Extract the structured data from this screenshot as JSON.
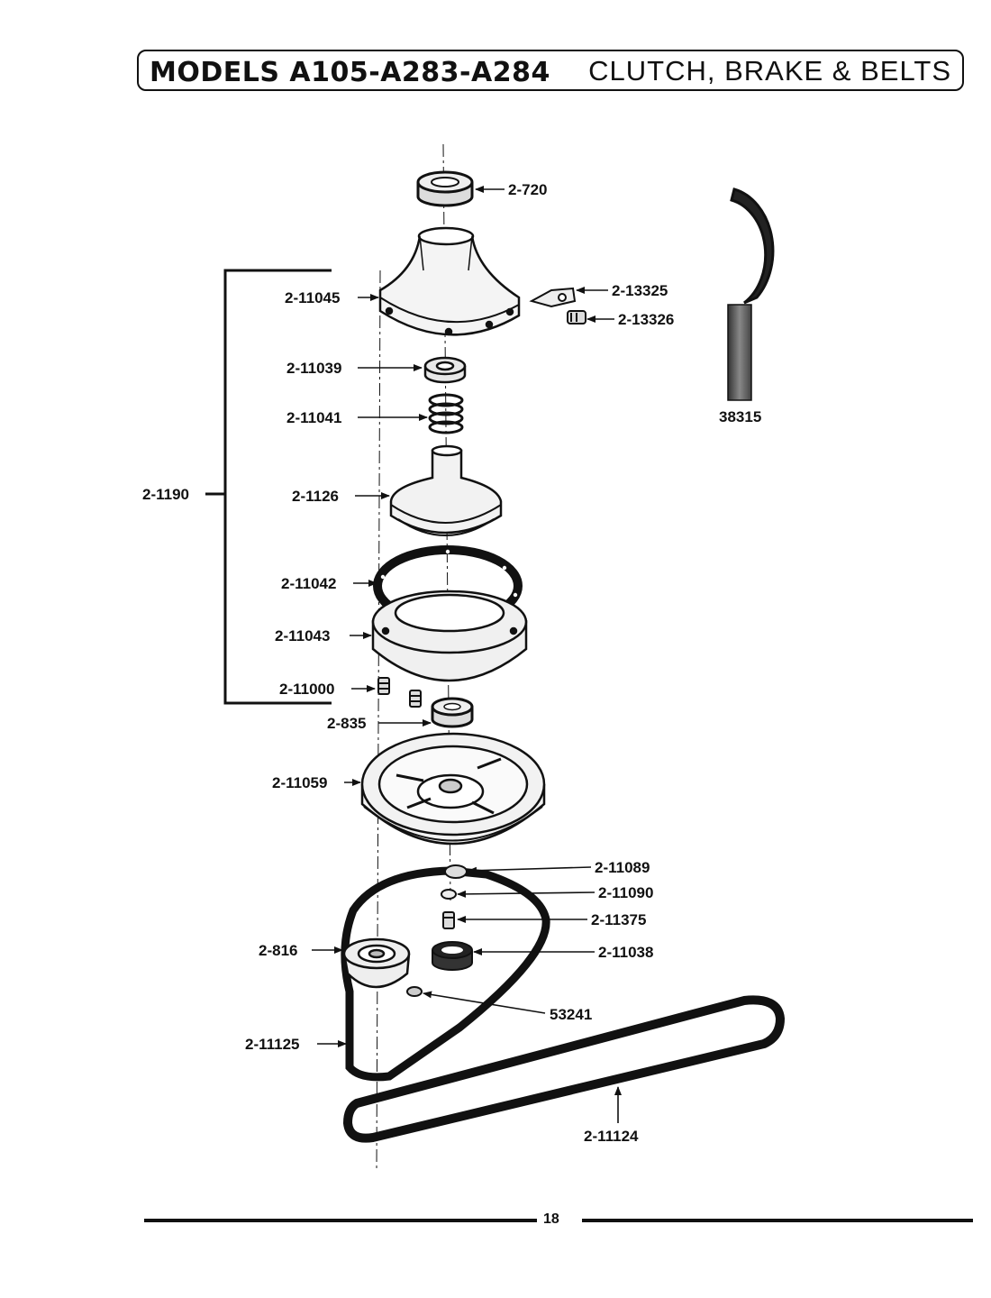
{
  "header": {
    "models": "MODELS A105-A283-A284",
    "section": "CLUTCH, BRAKE & BELTS"
  },
  "parts": {
    "p2_720": "2-720",
    "p2_11045": "2-11045",
    "p2_13325": "2-13325",
    "p2_13326": "2-13326",
    "p2_11039": "2-11039",
    "p2_11041": "2-11041",
    "p38315": "38315",
    "p2_1190": "2-1190",
    "p2_1126": "2-1126",
    "p2_11042": "2-11042",
    "p2_11043": "2-11043",
    "p2_11000": "2-11000",
    "p2_835": "2-835",
    "p2_11059": "2-11059",
    "p2_11089": "2-11089",
    "p2_11090": "2-11090",
    "p2_11375": "2-11375",
    "p2_816": "2-816",
    "p2_11038": "2-11038",
    "p53241": "53241",
    "p2_11125": "2-11125",
    "p2_11124": "2-11124"
  },
  "footer": {
    "page_number": "18"
  }
}
